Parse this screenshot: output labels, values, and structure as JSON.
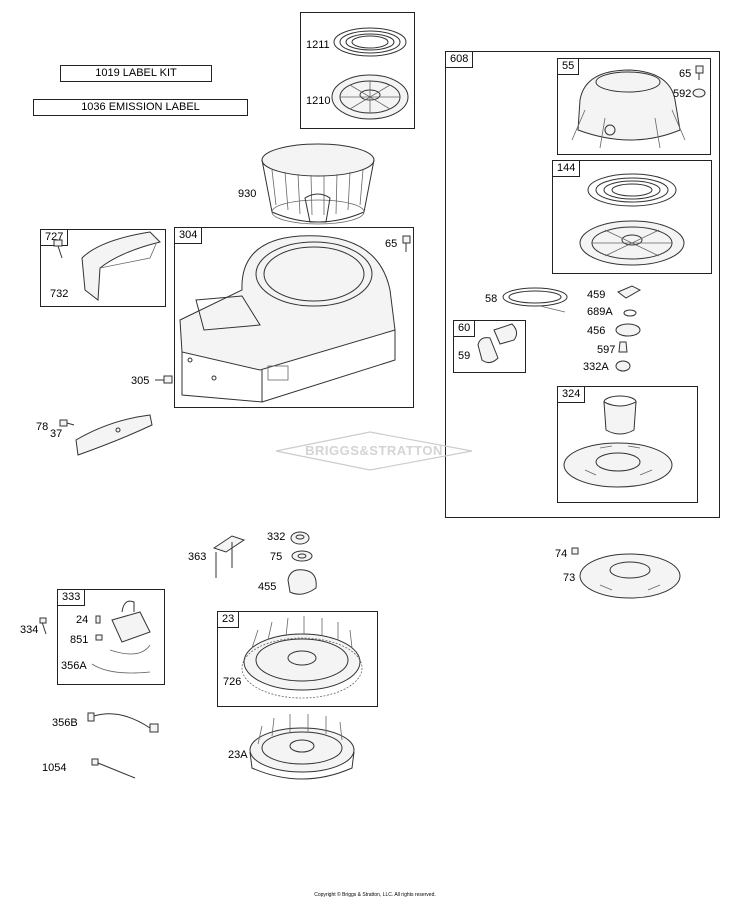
{
  "kits": {
    "label_kit": "1019 LABEL KIT",
    "emission_label": "1036 EMISSION LABEL"
  },
  "boxes": {
    "b608": "608",
    "b55": "55",
    "b144": "144",
    "b60": "60",
    "b324": "324",
    "b727": "727",
    "b304": "304",
    "b333": "333",
    "b23": "23"
  },
  "parts": {
    "p1211": "1211",
    "p1210": "1210",
    "p930": "930",
    "p65a": "65",
    "p65b": "65",
    "p592": "592",
    "p732": "732",
    "p305": "305",
    "p78": "78",
    "p37": "37",
    "p58": "58",
    "p459": "459",
    "p689a": "689A",
    "p456": "456",
    "p59": "59",
    "p597": "597",
    "p332a": "332A",
    "p74": "74",
    "p73": "73",
    "p332": "332",
    "p75": "75",
    "p363": "363",
    "p455": "455",
    "p334": "334",
    "p24": "24",
    "p851": "851",
    "p356a": "356A",
    "p726": "726",
    "p356b": "356B",
    "p23a": "23A",
    "p1054": "1054"
  },
  "watermark": "BRIGGS&STRATTON",
  "copyright": "Copyright © Briggs & Stratton, LLC. All rights reserved."
}
